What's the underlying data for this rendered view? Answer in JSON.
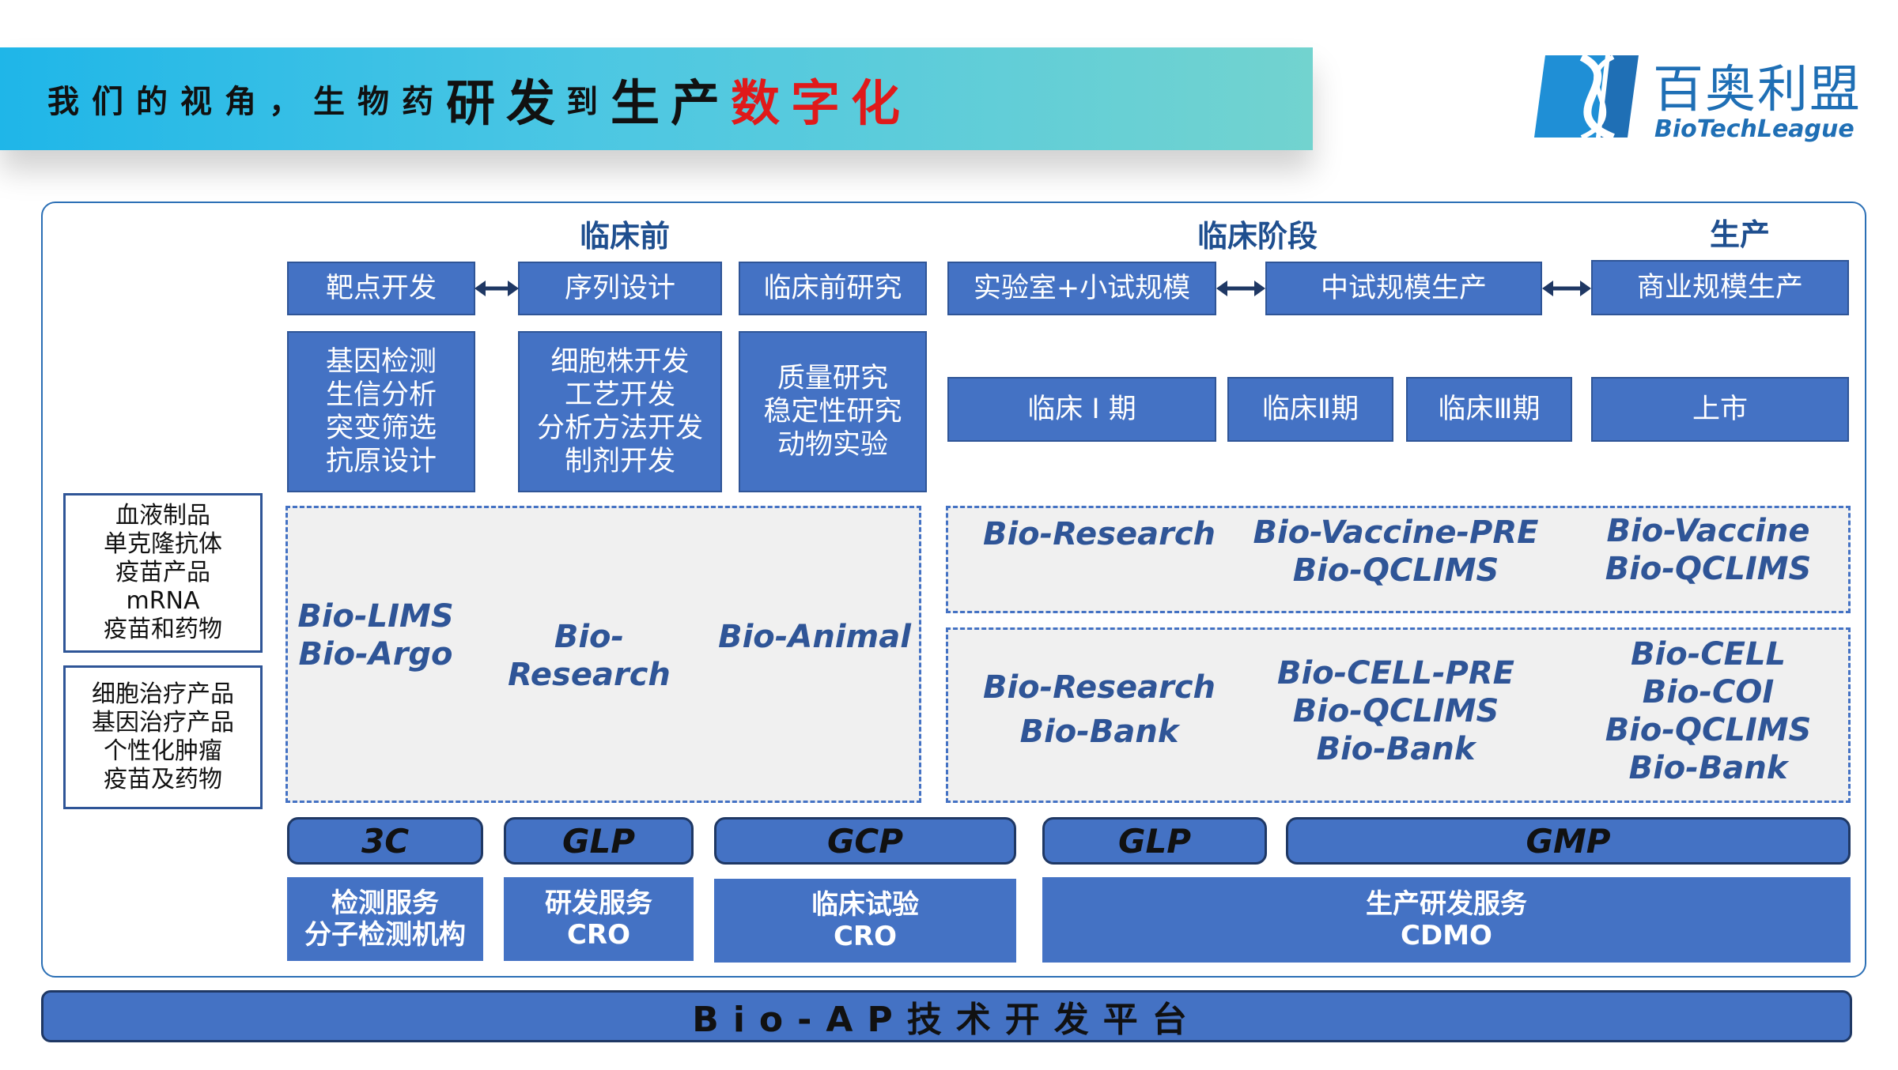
{
  "title": {
    "part1": "我们的视角，生物药",
    "part2": "研发",
    "part3": "到",
    "part4": "生产",
    "part5": "数字化"
  },
  "logo": {
    "cn": "百奥利盟",
    "en": "BioTechLeague"
  },
  "colors": {
    "box": "#4472c4",
    "title_accent": "#e01a1a",
    "system_text": "#2f5597"
  },
  "headers": {
    "preclinical": "临床前",
    "clinical": "临床阶段",
    "production": "生产"
  },
  "stages": {
    "target": "靶点开发",
    "sequence": "序列设计",
    "preclinical_research": "临床前研究",
    "lab_scale": "实验室+小试规模",
    "pilot": "中试规模生产",
    "commercial": "商业规模生产"
  },
  "tasks": {
    "target": "基因检测\n生信分析\n突变筛选\n抗原设计",
    "sequence": "细胞株开发\n工艺开发\n分析方法开发\n制剂开发",
    "preclinical": "质量研究\n稳定性研究\n动物实验"
  },
  "phases": {
    "p1": "临床 I 期",
    "p2": "临床Ⅱ期",
    "p3": "临床Ⅲ期",
    "market": "上市"
  },
  "products": {
    "a": "血液制品\n单克隆抗体\n疫苗产品\nmRNA\n疫苗和药物",
    "b": "细胞治疗产品\n基因治疗产品\n个性化肿瘤\n疫苗及药物"
  },
  "systems": {
    "lims_argo": "Bio-LIMS\nBio-Argo",
    "research_left": "Bio-Research",
    "animal": "Bio-Animal",
    "research_top": "Bio-Research",
    "vaccine_pre": "Bio-Vaccine-PRE\nBio-QCLIMS",
    "vaccine": "Bio-Vaccine\nBio-QCLIMS",
    "research_bank": "Bio-Research\nBio-Bank",
    "cell_pre": "Bio-CELL-PRE\nBio-QCLIMS\nBio-Bank",
    "cell": "Bio-CELL\nBio-COI\nBio-QCLIMS\nBio-Bank"
  },
  "standards": {
    "c3": "3C",
    "glp1": "GLP",
    "gcp": "GCP",
    "glp2": "GLP",
    "gmp": "GMP"
  },
  "services": {
    "testing": "检测服务\n分子检测机构",
    "rnd": "研发服务\nCRO",
    "trial": "临床试验\nCRO",
    "cdmo": "生产研发服务\nCDMO"
  },
  "platform": "Bio-AP技术开发平台"
}
